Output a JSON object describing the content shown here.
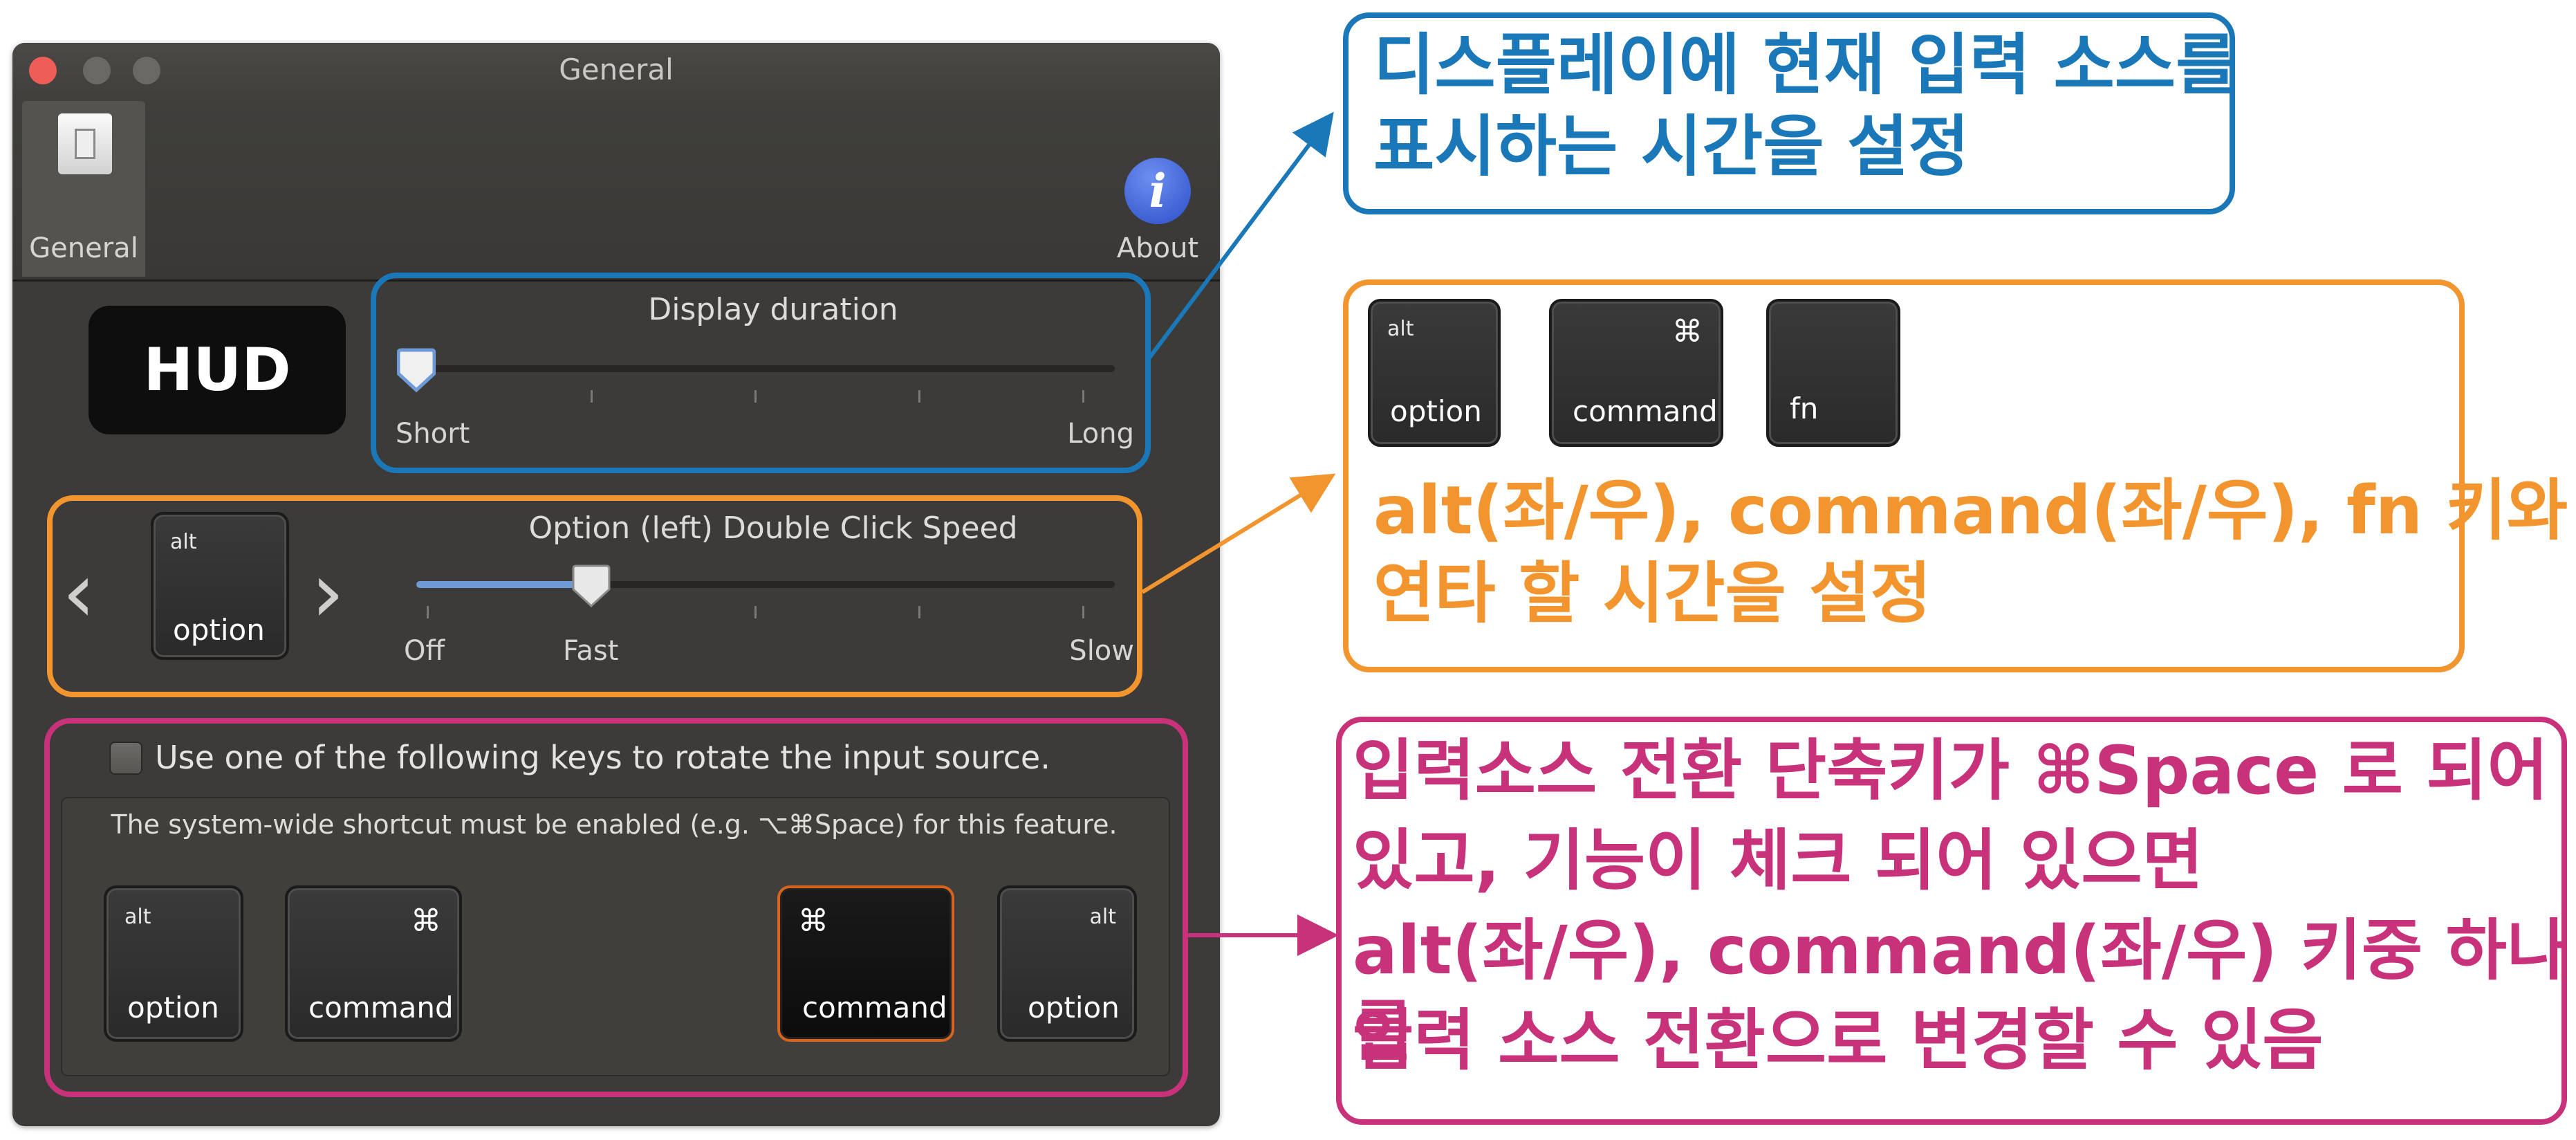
{
  "window": {
    "title": "General",
    "toolbar": {
      "general_label": "General",
      "about_label": "About",
      "about_icon": "info-icon"
    }
  },
  "hud": {
    "label": "HUD"
  },
  "display_duration": {
    "title": "Display duration",
    "min_label": "Short",
    "max_label": "Long",
    "value_fraction": 0.0
  },
  "double_click": {
    "title": "Option (left) Double Click Speed",
    "labels": [
      "Off",
      "Fast",
      "Slow"
    ],
    "value_fraction": 0.25,
    "key": {
      "small": "alt",
      "main": "option"
    }
  },
  "rotate": {
    "checkbox_label": "Use one of the following keys to rotate the input source.",
    "checked": false,
    "note": "The system-wide shortcut must be enabled (e.g. ⌥⌘Space) for this feature.",
    "keys": [
      {
        "small": "alt",
        "main": "option",
        "active": false
      },
      {
        "small": "⌘",
        "main": "command",
        "active": false
      },
      {
        "small": "⌘",
        "main": "command",
        "active": true
      },
      {
        "small": "alt",
        "main": "option",
        "active": false
      }
    ]
  },
  "annotations": {
    "blue": [
      "디스플레이에 현재 입력 소스를",
      "표시하는 시간을 설정"
    ],
    "orange_keys": [
      {
        "small": "alt",
        "main": "option"
      },
      {
        "small": "⌘",
        "main": "command"
      },
      {
        "small": "",
        "main": "fn"
      }
    ],
    "orange": [
      "alt(좌/우), command(좌/우), fn 키와",
      "연타 할 시간을 설정"
    ],
    "pink": [
      " 입력소스 전환 단축키가 ⌘Space 로 되어",
      "있고, 기능이 체크 되어 있으면",
      "alt(좌/우), command(좌/우) 키중 하나를",
      "입력 소스 전환으로 변경할 수 있음"
    ]
  },
  "colors": {
    "blue": "#1a78b8",
    "orange": "#f3952f",
    "pink": "#c7327a",
    "window_bg": "#3c3b39",
    "close": "#ee5e57"
  }
}
